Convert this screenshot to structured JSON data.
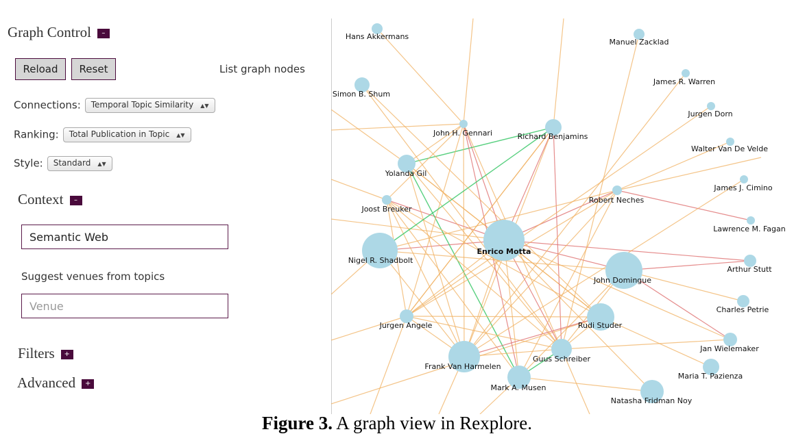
{
  "graph_control": {
    "title": "Graph Control",
    "toggle": "–",
    "reload_label": "Reload",
    "reset_label": "Reset",
    "list_nodes_label": "List graph nodes",
    "connections_label": "Connections:",
    "connections_value": "Temporal Topic Similarity",
    "ranking_label": "Ranking:",
    "ranking_value": "Total Publication in Topic",
    "style_label": "Style:",
    "style_value": "Standard"
  },
  "context": {
    "title": "Context",
    "toggle": "–",
    "topic_value": "Semantic Web",
    "suggest_label": "Suggest venues from topics",
    "venue_placeholder": "Venue"
  },
  "filters": {
    "title": "Filters",
    "toggle": "+"
  },
  "advanced": {
    "title": "Advanced",
    "toggle": "+"
  },
  "caption": {
    "prefix": "Figure 3.",
    "text": " A graph view in Rexplore."
  },
  "colors": {
    "node": "#add8e6",
    "edge_orange": "#f0b060",
    "edge_red": "#e07878",
    "edge_green": "#3cc86a",
    "focus_label": "#1a1a8c",
    "toggle_bg": "#4a0a3c"
  },
  "graph": {
    "focus_node": "Enrico Motta",
    "nodes": [
      {
        "id": "Hans Akkermans"
      },
      {
        "id": "Manuel Zacklad"
      },
      {
        "id": "Simon B. Shum"
      },
      {
        "id": "James R. Warren"
      },
      {
        "id": "Jurgen Dorn"
      },
      {
        "id": "John H. Gennari"
      },
      {
        "id": "Richard Benjamins"
      },
      {
        "id": "Walter Van De Velde"
      },
      {
        "id": "Yolanda Gil"
      },
      {
        "id": "James J. Cimino"
      },
      {
        "id": "Robert Neches"
      },
      {
        "id": "Joost Breuker"
      },
      {
        "id": "Lawrence M. Fagan"
      },
      {
        "id": "Enrico Motta"
      },
      {
        "id": "Nigel R. Shadbolt"
      },
      {
        "id": "Arthur Stutt"
      },
      {
        "id": "John Domingue"
      },
      {
        "id": "Charles Petrie"
      },
      {
        "id": "Rudi Studer"
      },
      {
        "id": "Jurgen Angele"
      },
      {
        "id": "Jan Wielemaker"
      },
      {
        "id": "Guus Schreiber"
      },
      {
        "id": "Frank Van Harmelen"
      },
      {
        "id": "Maria T. Pazienza"
      },
      {
        "id": "Mark A. Musen"
      },
      {
        "id": "Natasha Fridman Noy"
      }
    ],
    "edges": [
      {
        "a": "Enrico Motta",
        "b": "John Domingue",
        "c": "red"
      },
      {
        "a": "Enrico Motta",
        "b": "Robert Neches",
        "c": "red"
      },
      {
        "a": "Enrico Motta",
        "b": "Richard Benjamins",
        "c": "red"
      },
      {
        "a": "Enrico Motta",
        "b": "Frank Van Harmelen",
        "c": "orange"
      },
      {
        "a": "Enrico Motta",
        "b": "Guus Schreiber",
        "c": "red"
      },
      {
        "a": "Enrico Motta",
        "b": "Rudi Studer",
        "c": "orange"
      },
      {
        "a": "Enrico Motta",
        "b": "Nigel R. Shadbolt",
        "c": "red"
      },
      {
        "a": "Enrico Motta",
        "b": "Joost Breuker",
        "c": "red"
      },
      {
        "a": "Enrico Motta",
        "b": "Mark A. Musen",
        "c": "orange"
      },
      {
        "a": "Enrico Motta",
        "b": "John H. Gennari",
        "c": "red"
      },
      {
        "a": "Enrico Motta",
        "b": "Jurgen Angele",
        "c": "orange"
      },
      {
        "a": "Enrico Motta",
        "b": "Arthur Stutt",
        "c": "red"
      },
      {
        "a": "Enrico Motta",
        "b": "Yolanda Gil",
        "c": "orange"
      },
      {
        "a": "Enrico Motta",
        "b": "Natasha Fridman Noy",
        "c": "orange"
      },
      {
        "a": "Enrico Motta",
        "b": "Jan Wielemaker",
        "c": "orange"
      },
      {
        "a": "Yolanda Gil",
        "b": "Richard Benjamins",
        "c": "green"
      },
      {
        "a": "Yolanda Gil",
        "b": "Mark A. Musen",
        "c": "green"
      },
      {
        "a": "Yolanda Gil",
        "b": "John H. Gennari",
        "c": "orange"
      },
      {
        "a": "Yolanda Gil",
        "b": "Rudi Studer",
        "c": "orange"
      },
      {
        "a": "Yolanda Gil",
        "b": "Guus Schreiber",
        "c": "orange"
      },
      {
        "a": "Yolanda Gil",
        "b": "Frank Van Harmelen",
        "c": "orange"
      },
      {
        "a": "Richard Benjamins",
        "b": "Frank Van Harmelen",
        "c": "orange"
      },
      {
        "a": "Richard Benjamins",
        "b": "Guus Schreiber",
        "c": "red"
      },
      {
        "a": "Richard Benjamins",
        "b": "Jurgen Angele",
        "c": "orange"
      },
      {
        "a": "John H. Gennari",
        "b": "Mark A. Musen",
        "c": "red"
      },
      {
        "a": "John H. Gennari",
        "b": "Hans Akkermans",
        "c": "orange"
      },
      {
        "a": "John H. Gennari",
        "b": "Guus Schreiber",
        "c": "orange"
      },
      {
        "a": "John H. Gennari",
        "b": "Frank Van Harmelen",
        "c": "orange"
      },
      {
        "a": "John H. Gennari",
        "b": "Jurgen Angele",
        "c": "orange"
      },
      {
        "a": "John H. Gennari",
        "b": "Joost Breuker",
        "c": "orange"
      },
      {
        "a": "Mark A. Musen",
        "b": "Guus Schreiber",
        "c": "green"
      },
      {
        "a": "Mark A. Musen",
        "b": "Joost Breuker",
        "c": "orange"
      },
      {
        "a": "Mark A. Musen",
        "b": "Robert Neches",
        "c": "orange"
      },
      {
        "a": "Mark A. Musen",
        "b": "John Domingue",
        "c": "orange"
      },
      {
        "a": "Robert Neches",
        "b": "Lawrence M. Fagan",
        "c": "red"
      },
      {
        "a": "Robert Neches",
        "b": "Jurgen Angele",
        "c": "orange"
      },
      {
        "a": "Robert Neches",
        "b": "Walter Van De Velde",
        "c": "orange"
      },
      {
        "a": "Robert Neches",
        "b": "Frank Van Harmelen",
        "c": "orange"
      },
      {
        "a": "John Domingue",
        "b": "Jan Wielemaker",
        "c": "red"
      },
      {
        "a": "John Domingue",
        "b": "Arthur Stutt",
        "c": "red"
      },
      {
        "a": "John Domingue",
        "b": "Nigel R. Shadbolt",
        "c": "orange"
      },
      {
        "a": "John Domingue",
        "b": "Charles Petrie",
        "c": "orange"
      },
      {
        "a": "John Domingue",
        "b": "Guus Schreiber",
        "c": "orange"
      },
      {
        "a": "Frank Van Harmelen",
        "b": "Guus Schreiber",
        "c": "orange"
      },
      {
        "a": "Frank Van Harmelen",
        "b": "Rudi Studer",
        "c": "red"
      },
      {
        "a": "Frank Van Harmelen",
        "b": "Jurgen Angele",
        "c": "orange"
      },
      {
        "a": "Frank Van Harmelen",
        "b": "Joost Breuker",
        "c": "orange"
      },
      {
        "a": "Frank Van Harmelen",
        "b": "Nigel R. Shadbolt",
        "c": "orange"
      },
      {
        "a": "Guus Schreiber",
        "b": "Jan Wielemaker",
        "c": "orange"
      },
      {
        "a": "Guus Schreiber",
        "b": "Rudi Studer",
        "c": "orange"
      },
      {
        "a": "Guus Schreiber",
        "b": "Joost Breuker",
        "c": "orange"
      },
      {
        "a": "Guus Schreiber",
        "b": "Jurgen Angele",
        "c": "orange"
      },
      {
        "a": "Rudi Studer",
        "b": "Jurgen Angele",
        "c": "orange"
      },
      {
        "a": "Rudi Studer",
        "b": "Joost Breuker",
        "c": "orange"
      },
      {
        "a": "Nigel R. Shadbolt",
        "b": "Richard Benjamins",
        "c": "green"
      },
      {
        "a": "Nigel R. Shadbolt",
        "b": "Robert Neches",
        "c": "orange"
      },
      {
        "a": "Jurgen Angele",
        "b": "Joost Breuker",
        "c": "orange"
      },
      {
        "a": "Simon B. Shum",
        "b": "Guus Schreiber",
        "c": "orange"
      },
      {
        "a": "Simon B. Shum",
        "b": "Rudi Studer",
        "c": "orange"
      },
      {
        "a": "James R. Warren",
        "b": "Frank Van Harmelen",
        "c": "orange"
      },
      {
        "a": "Jurgen Dorn",
        "b": "Jurgen Angele",
        "c": "orange"
      },
      {
        "a": "James J. Cimino",
        "b": "Frank Van Harmelen",
        "c": "orange"
      },
      {
        "a": "Manuel Zacklad",
        "b": "Guus Schreiber",
        "c": "orange"
      },
      {
        "a": "Maria T. Pazienza",
        "b": "Rudi Studer",
        "c": "orange"
      },
      {
        "a": "Natasha Fridman Noy",
        "b": "Mark A. Musen",
        "c": "orange"
      },
      {
        "a": "Jurgen Angele",
        "b": "Richard Benjamins",
        "c": "orange"
      }
    ]
  }
}
